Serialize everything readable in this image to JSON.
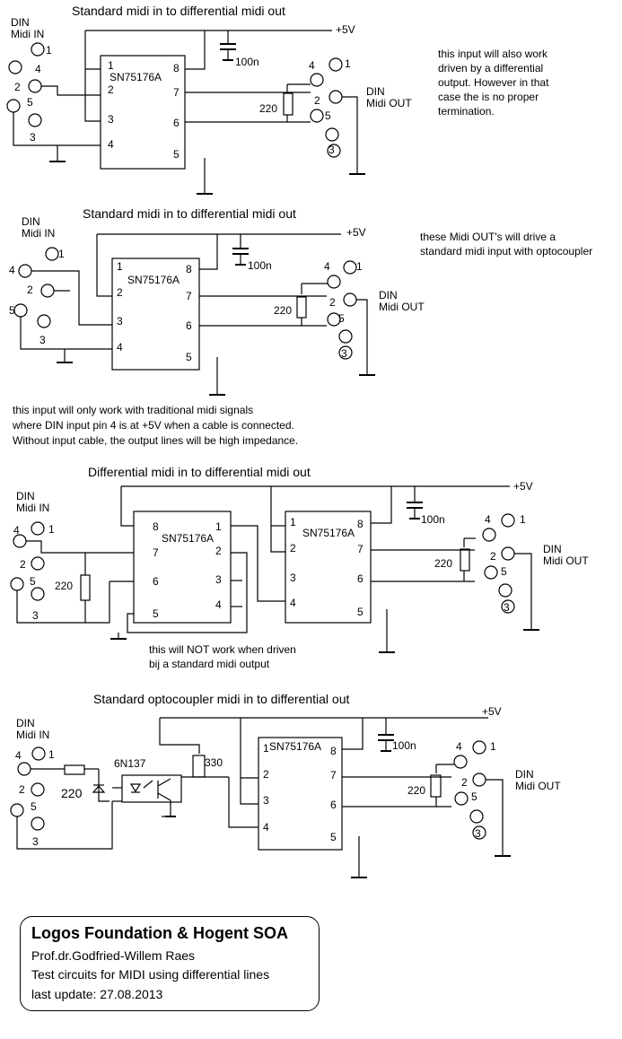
{
  "common": {
    "chip": "SN75176A",
    "vcc": "+5V",
    "cap": "100n",
    "resistor": "220",
    "din_label": "DIN",
    "midi_in": "Midi IN",
    "midi_out": "Midi OUT",
    "din_pins": [
      "1",
      "2",
      "3",
      "4",
      "5"
    ],
    "chip_pins": [
      "1",
      "2",
      "3",
      "4",
      "5",
      "6",
      "7",
      "8"
    ]
  },
  "circuits": [
    {
      "title": "Standard midi in to differential midi out",
      "note_lines": [
        "this input will also work",
        "driven by a differential",
        "output. However in that",
        "case the is no proper",
        "termination."
      ]
    },
    {
      "title": "Standard midi in to differential midi out",
      "note_lines": [
        "these Midi OUT's will drive a",
        "standard midi input with optocoupler"
      ],
      "note2_lines": [
        "this input will only work with traditional midi signals",
        "where DIN input pin 4 is at +5V when a cable is connected.",
        "Without input cable, the output lines will be high impedance."
      ]
    },
    {
      "title": "Differential midi in to differential midi out",
      "note_lines": [
        "this will NOT work when driven",
        "bij a standard midi output"
      ]
    },
    {
      "title": "Standard optocoupler midi in to differential out",
      "opto": "6N137",
      "r2": "330"
    }
  ],
  "footer": {
    "org": "Logos Foundation & Hogent SOA",
    "author": "Prof.dr.Godfried-Willem Raes",
    "subject": "Test circuits for MIDI using differential lines",
    "update": "last update:  27.08.2013"
  }
}
